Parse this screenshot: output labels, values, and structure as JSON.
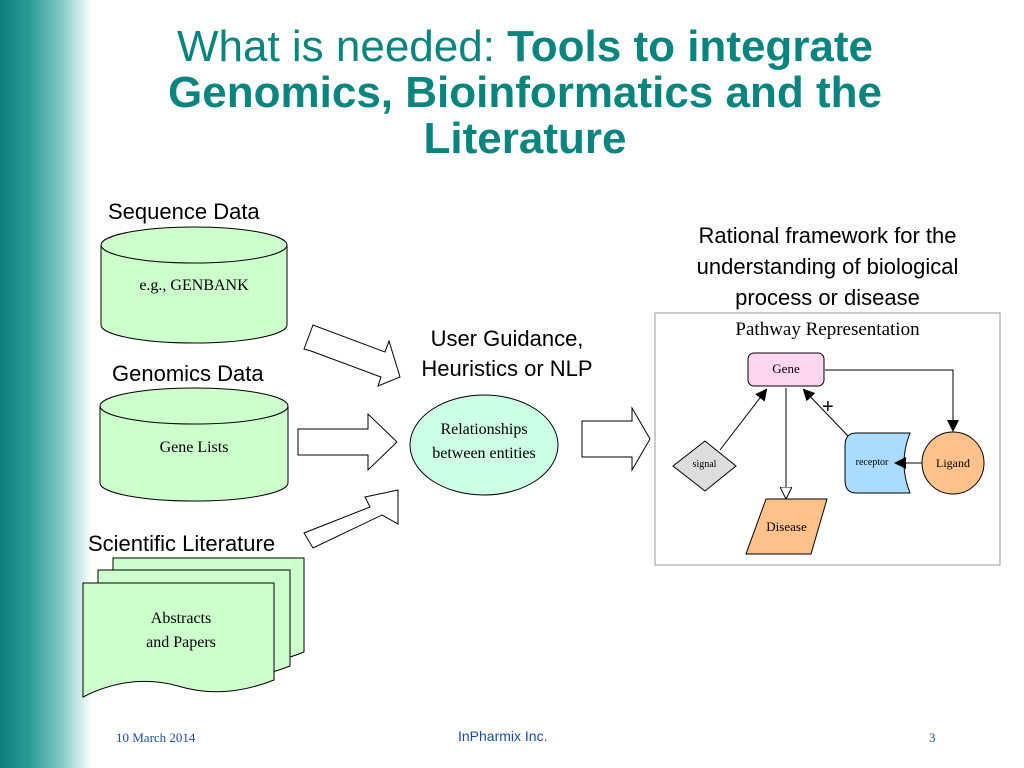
{
  "title": {
    "prefix": "What is needed: ",
    "bold": "Tools to integrate Genomics, Bioinformatics and the Literature"
  },
  "sources": {
    "sequence": {
      "label": "Sequence Data",
      "content": "e.g., GENBANK"
    },
    "genomics": {
      "label": "Genomics Data",
      "content": "Gene Lists"
    },
    "literature": {
      "label": "Scientific Literature",
      "content_line1": "Abstracts",
      "content_line2": "and Papers"
    }
  },
  "guidance": {
    "line1": "User Guidance,",
    "line2": "Heuristics or NLP"
  },
  "relationships": {
    "line1": "Relationships",
    "line2": "between entities"
  },
  "framework": {
    "line1": "Rational framework for the",
    "line2": "understanding of biological",
    "line3": "process or disease"
  },
  "pathway": {
    "title": "Pathway Representation",
    "gene": "Gene",
    "signal": "signal",
    "receptor": "receptor",
    "ligand": "Ligand",
    "disease": "Disease",
    "plus": "+"
  },
  "footer": {
    "date": "10 March 2014",
    "company": "InPharmix Inc.",
    "page": "3"
  },
  "colors": {
    "teal": "#0a847e",
    "pale_green": "#ccffcc",
    "mint": "#ccffe5",
    "gene_pink": "#ffd6f0",
    "receptor_blue": "#a9dcff",
    "ligand_orange": "#ffc28a",
    "disease_orange": "#ffc28a",
    "signal_gray": "#dddddd"
  }
}
